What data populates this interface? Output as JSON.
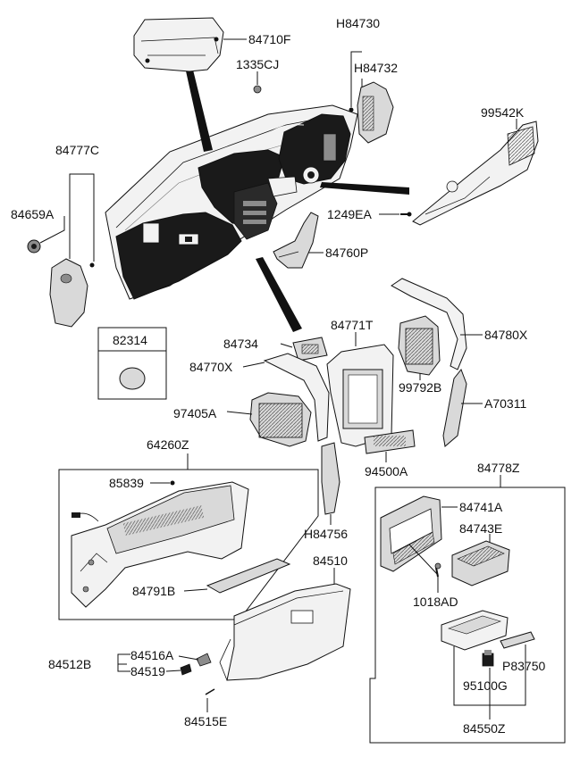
{
  "labels": {
    "p84710F": "84710F",
    "H84730": "H84730",
    "H84732": "H84732",
    "p1335CJ": "1335CJ",
    "p99542K": "99542K",
    "p84777C": "84777C",
    "p84659A": "84659A",
    "p1249EA": "1249EA",
    "p84760P": "84760P",
    "p82314": "82314",
    "p84734": "84734",
    "p84771T": "84771T",
    "p84780X": "84780X",
    "p84770X": "84770X",
    "p99792B": "99792B",
    "p97405A": "97405A",
    "A70311": "A70311",
    "p64260Z": "64260Z",
    "p94500A": "94500A",
    "p84778Z": "84778Z",
    "p85839": "85839",
    "p84741A": "84741A",
    "p84743E": "84743E",
    "H84756": "H84756",
    "p84510": "84510",
    "p84791B": "84791B",
    "p1018AD": "1018AD",
    "p84516A": "84516A",
    "p84512B": "84512B",
    "p84519": "84519",
    "P83750": "P83750",
    "p95100G": "95100G",
    "p84515E": "84515E",
    "p84550Z": "84550Z"
  },
  "colors": {
    "line": "#111111",
    "part_fill": "#f2f2f2",
    "dark_fill": "#1a1a1a",
    "mid_fill": "#8c8c8c",
    "light_fill": "#d9d9d9"
  }
}
